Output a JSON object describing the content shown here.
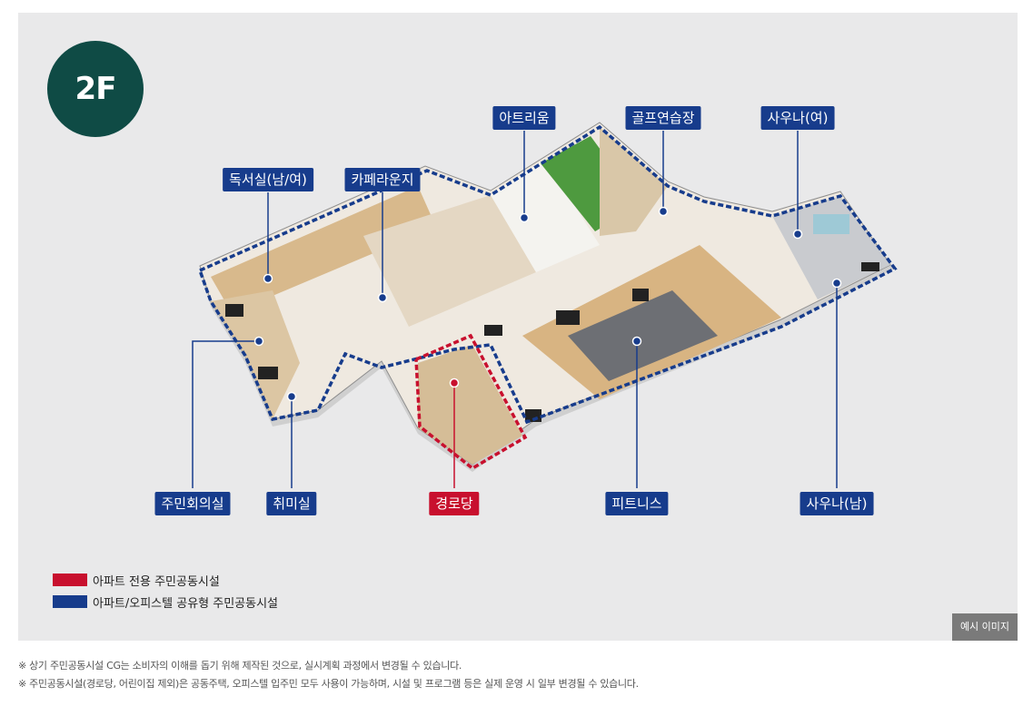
{
  "floor": "2F",
  "labels": {
    "atrium": "아트리움",
    "golf": "골프연습장",
    "sauna_f": "사우나(여)",
    "reading": "독서실(남/여)",
    "cafe": "카페라운지",
    "meeting": "주민회의실",
    "hobby": "취미실",
    "senior": "경로당",
    "fitness": "피트니스",
    "sauna_m": "사우나(남)"
  },
  "legend": {
    "exclusive": "아파트 전용 주민공동시설",
    "shared": "아파트/오피스텔 공유형 주민공동시설"
  },
  "colors": {
    "exclusive": "#c8102e",
    "shared": "#173c8c",
    "badge": "#0f4b45"
  },
  "example_tag": "예시 이미지",
  "notes": [
    "※ 상기 주민공동시설 CG는 소비자의 이해를 돕기 위해 제작된 것으로, 실시계획 과정에서 변경될 수 있습니다.",
    "※ 주민공동시설(경로당, 어린이집 제외)은 공동주택, 오피스텔 입주민 모두 사용이 가능하며, 시설 및 프로그램 등은 실제 운영 시 일부 변경될 수 있습니다."
  ]
}
